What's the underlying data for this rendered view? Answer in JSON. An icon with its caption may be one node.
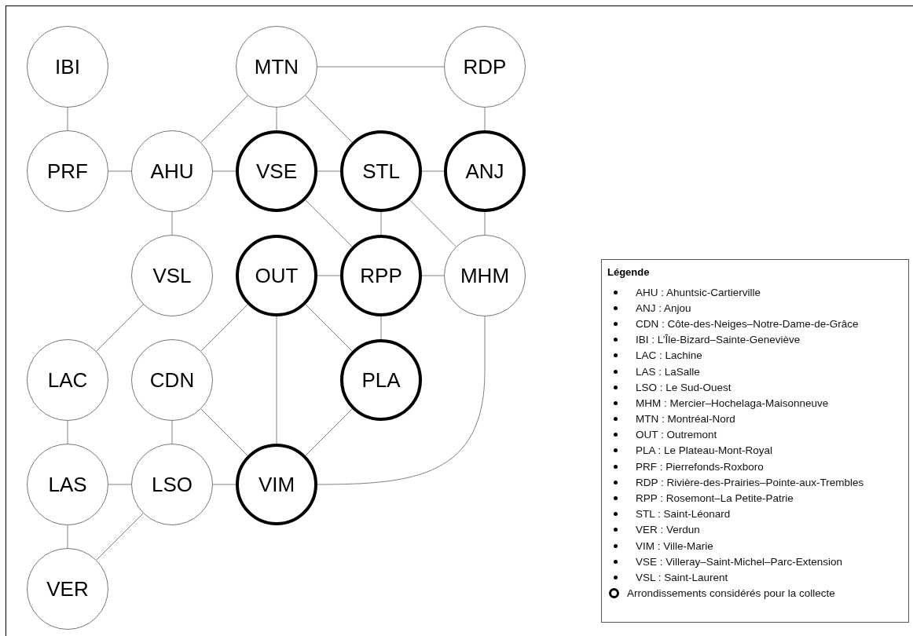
{
  "diagram": {
    "nodes": [
      {
        "text": [
          "IBI"
        ]
      },
      {
        "text": [
          "MTN"
        ]
      },
      {
        "text": [
          "RDP"
        ]
      },
      {
        "text": [
          "PRF"
        ]
      },
      {
        "text": [
          "AHU"
        ]
      },
      {
        "text": [
          "VSE"
        ]
      },
      {
        "text": [
          "STL"
        ]
      },
      {
        "text": [
          "ANJ"
        ]
      },
      {
        "text": [
          "VSL"
        ]
      },
      {
        "text": [
          "OUT"
        ]
      },
      {
        "text": [
          "RPP"
        ]
      },
      {
        "text": [
          "MHM"
        ]
      },
      {
        "text": [
          "LAC"
        ]
      },
      {
        "text": [
          "CDN"
        ]
      },
      {
        "text": [
          "PLA"
        ]
      },
      {
        "text": [
          "LAS"
        ]
      },
      {
        "text": [
          "LSO"
        ]
      },
      {
        "text": [
          "VIM"
        ]
      },
      {
        "text": [
          "VER"
        ]
      }
    ],
    "edges": [
      {
        "from": 0,
        "to": 3,
        "arrow": "none"
      },
      {
        "from": 1,
        "to": 2,
        "arrow": "none"
      },
      {
        "from": 1,
        "to": 4,
        "arrow": "none"
      },
      {
        "from": 1,
        "to": 5,
        "arrow": "none"
      },
      {
        "from": 1,
        "to": 6,
        "arrow": "none"
      },
      {
        "from": 2,
        "to": 7,
        "arrow": "none"
      },
      {
        "from": 3,
        "to": 4,
        "arrow": "none"
      },
      {
        "from": 4,
        "to": 5,
        "arrow": "none"
      },
      {
        "from": 5,
        "to": 6,
        "arrow": "none"
      },
      {
        "from": 6,
        "to": 7,
        "arrow": "none"
      },
      {
        "from": 4,
        "to": 8,
        "arrow": "none"
      },
      {
        "from": 5,
        "to": 10,
        "arrow": "none"
      },
      {
        "from": 6,
        "to": 10,
        "arrow": "none"
      },
      {
        "from": 6,
        "to": 11,
        "arrow": "none"
      },
      {
        "from": 7,
        "to": 11,
        "arrow": "none"
      },
      {
        "from": 9,
        "to": 10,
        "arrow": "none"
      },
      {
        "from": 10,
        "to": 11,
        "arrow": "none"
      },
      {
        "from": 8,
        "to": 12,
        "arrow": "none"
      },
      {
        "from": 9,
        "to": 13,
        "arrow": "none"
      },
      {
        "from": 9,
        "to": 17,
        "arrow": "none"
      },
      {
        "from": 9,
        "to": 14,
        "arrow": "none"
      },
      {
        "from": 10,
        "to": 14,
        "arrow": "none"
      },
      {
        "from": 11,
        "to": 17,
        "arrow": "none"
      },
      {
        "from": 12,
        "to": 15,
        "arrow": "none"
      },
      {
        "from": 13,
        "to": 16,
        "arrow": "none"
      },
      {
        "from": 13,
        "to": 17,
        "arrow": "none"
      },
      {
        "from": 14,
        "to": 17,
        "arrow": "none"
      },
      {
        "from": 15,
        "to": 16,
        "arrow": "none"
      },
      {
        "from": 16,
        "to": 17,
        "arrow": "none"
      },
      {
        "from": 15,
        "to": 18,
        "arrow": "none"
      },
      {
        "from": 16,
        "to": 18,
        "arrow": "none"
      }
    ],
    "labels": [
      "Légende"
    ],
    "legend": [
      {
        "text": "AHU : Ahuntsic-Cartierville"
      },
      {
        "text": "ANJ : Anjou"
      },
      {
        "text": "CDN : Côte-des-Neiges–Notre-Dame-de-Grâce"
      },
      {
        "text": "IBI : L’Île-Bizard–Sainte-Geneviève"
      },
      {
        "text": "LAC : Lachine"
      },
      {
        "text": "LAS : LaSalle"
      },
      {
        "text": "LSO : Le Sud-Ouest"
      },
      {
        "text": "MHM : Mercier–Hochelaga-Maisonneuve"
      },
      {
        "text": "MTN : Montréal-Nord"
      },
      {
        "text": "OUT : Outremont"
      },
      {
        "text": "PLA : Le Plateau-Mont-Royal"
      },
      {
        "text": "PRF : Pierrefonds-Roxboro"
      },
      {
        "text": "RDP : Rivière-des-Prairies–Pointe-aux-Trembles"
      },
      {
        "text": "RPP : Rosemont–La Petite-Patrie"
      },
      {
        "text": "STL : Saint-Léonard"
      },
      {
        "text": "VER : Verdun"
      },
      {
        "text": "VIM : Ville-Marie"
      },
      {
        "text": "VSE : Villeray–Saint-Michel–Parc-Extension"
      },
      {
        "text": "VSL : Saint-Laurent"
      },
      {
        "text": "Arrondissements considérés pour la collecte"
      }
    ]
  }
}
